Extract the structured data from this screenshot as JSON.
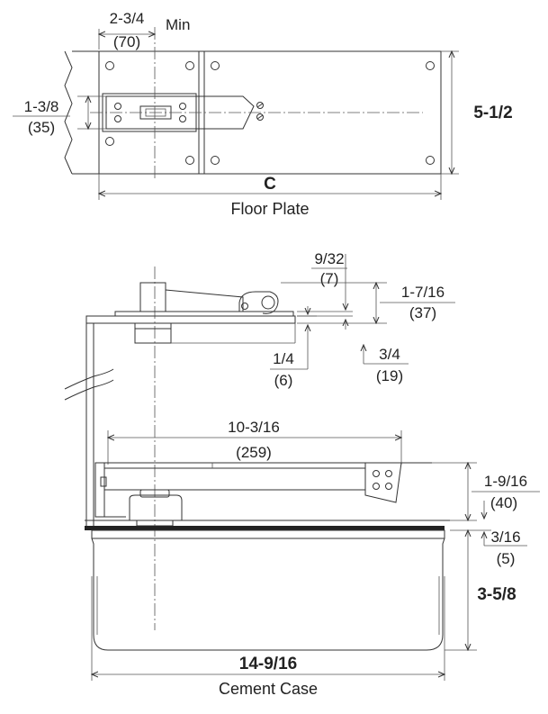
{
  "floor_plate": {
    "dim_min_in": "2-3/4",
    "dim_min_mm": "(70)",
    "min_label": "Min",
    "dim_slot_in": "1-3/8",
    "dim_slot_mm": "(35)",
    "dim_height": "5-1/2",
    "dim_length": "C",
    "caption": "Floor Plate"
  },
  "elevation": {
    "dim_a_in": "9/32",
    "dim_a_mm": "(7)",
    "dim_b_in": "1-7/16",
    "dim_b_mm": "(37)",
    "dim_c_in": "1/4",
    "dim_c_mm": "(6)",
    "dim_d_in": "3/4",
    "dim_d_mm": "(19)",
    "dim_arm_in": "10-3/16",
    "dim_arm_mm": "(259)",
    "dim_e_in": "1-9/16",
    "dim_e_mm": "(40)",
    "dim_f_in": "3/16",
    "dim_f_mm": "(5)",
    "dim_case_h": "3-5/8",
    "dim_case_w": "14-9/16",
    "caption": "Cement Case"
  }
}
